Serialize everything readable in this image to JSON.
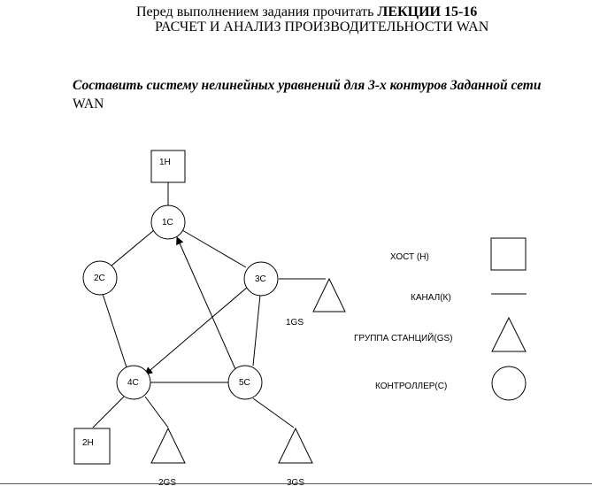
{
  "header": {
    "line1_prefix": "Перед выполнением  задания прочитать ",
    "line1_bold": "ЛЕКЦИИ 15-16",
    "line2": "РАСЧЕТ И АНАЛИЗ ПРОИЗВОДИТЕЛЬНОСТИ WAN"
  },
  "task": {
    "text": "Составить систему нелинейных уравнений для 3-х контуров Заданной сети",
    "suffix": " WAN"
  },
  "network": {
    "hosts": [
      "1H",
      "2H"
    ],
    "controllers": [
      "1C",
      "2C",
      "3C",
      "4C",
      "5C"
    ],
    "station_groups": [
      "1GS",
      "2GS",
      "3GS"
    ],
    "channels": [
      [
        "1H",
        "1C"
      ],
      [
        "1C",
        "2C"
      ],
      [
        "1C",
        "3C"
      ],
      [
        "2C",
        "4C"
      ],
      [
        "3C",
        "5C"
      ],
      [
        "4C",
        "5C"
      ],
      [
        "3C",
        "1GS"
      ],
      [
        "4C",
        "2H"
      ],
      [
        "4C",
        "2GS"
      ],
      [
        "5C",
        "3GS"
      ]
    ],
    "directed_channels": [
      {
        "from": "5C",
        "to": "1C"
      },
      {
        "from": "3C",
        "to": "4C"
      }
    ]
  },
  "legend": [
    {
      "label": "ХОСТ (Н)",
      "symbol": "square"
    },
    {
      "label": "КАНАЛ(К)",
      "symbol": "line"
    },
    {
      "label": "ГРУППА СТАНЦИЙ(GS)",
      "symbol": "triangle"
    },
    {
      "label": "КОНТРОЛЛЕР(С)",
      "symbol": "circle"
    }
  ]
}
